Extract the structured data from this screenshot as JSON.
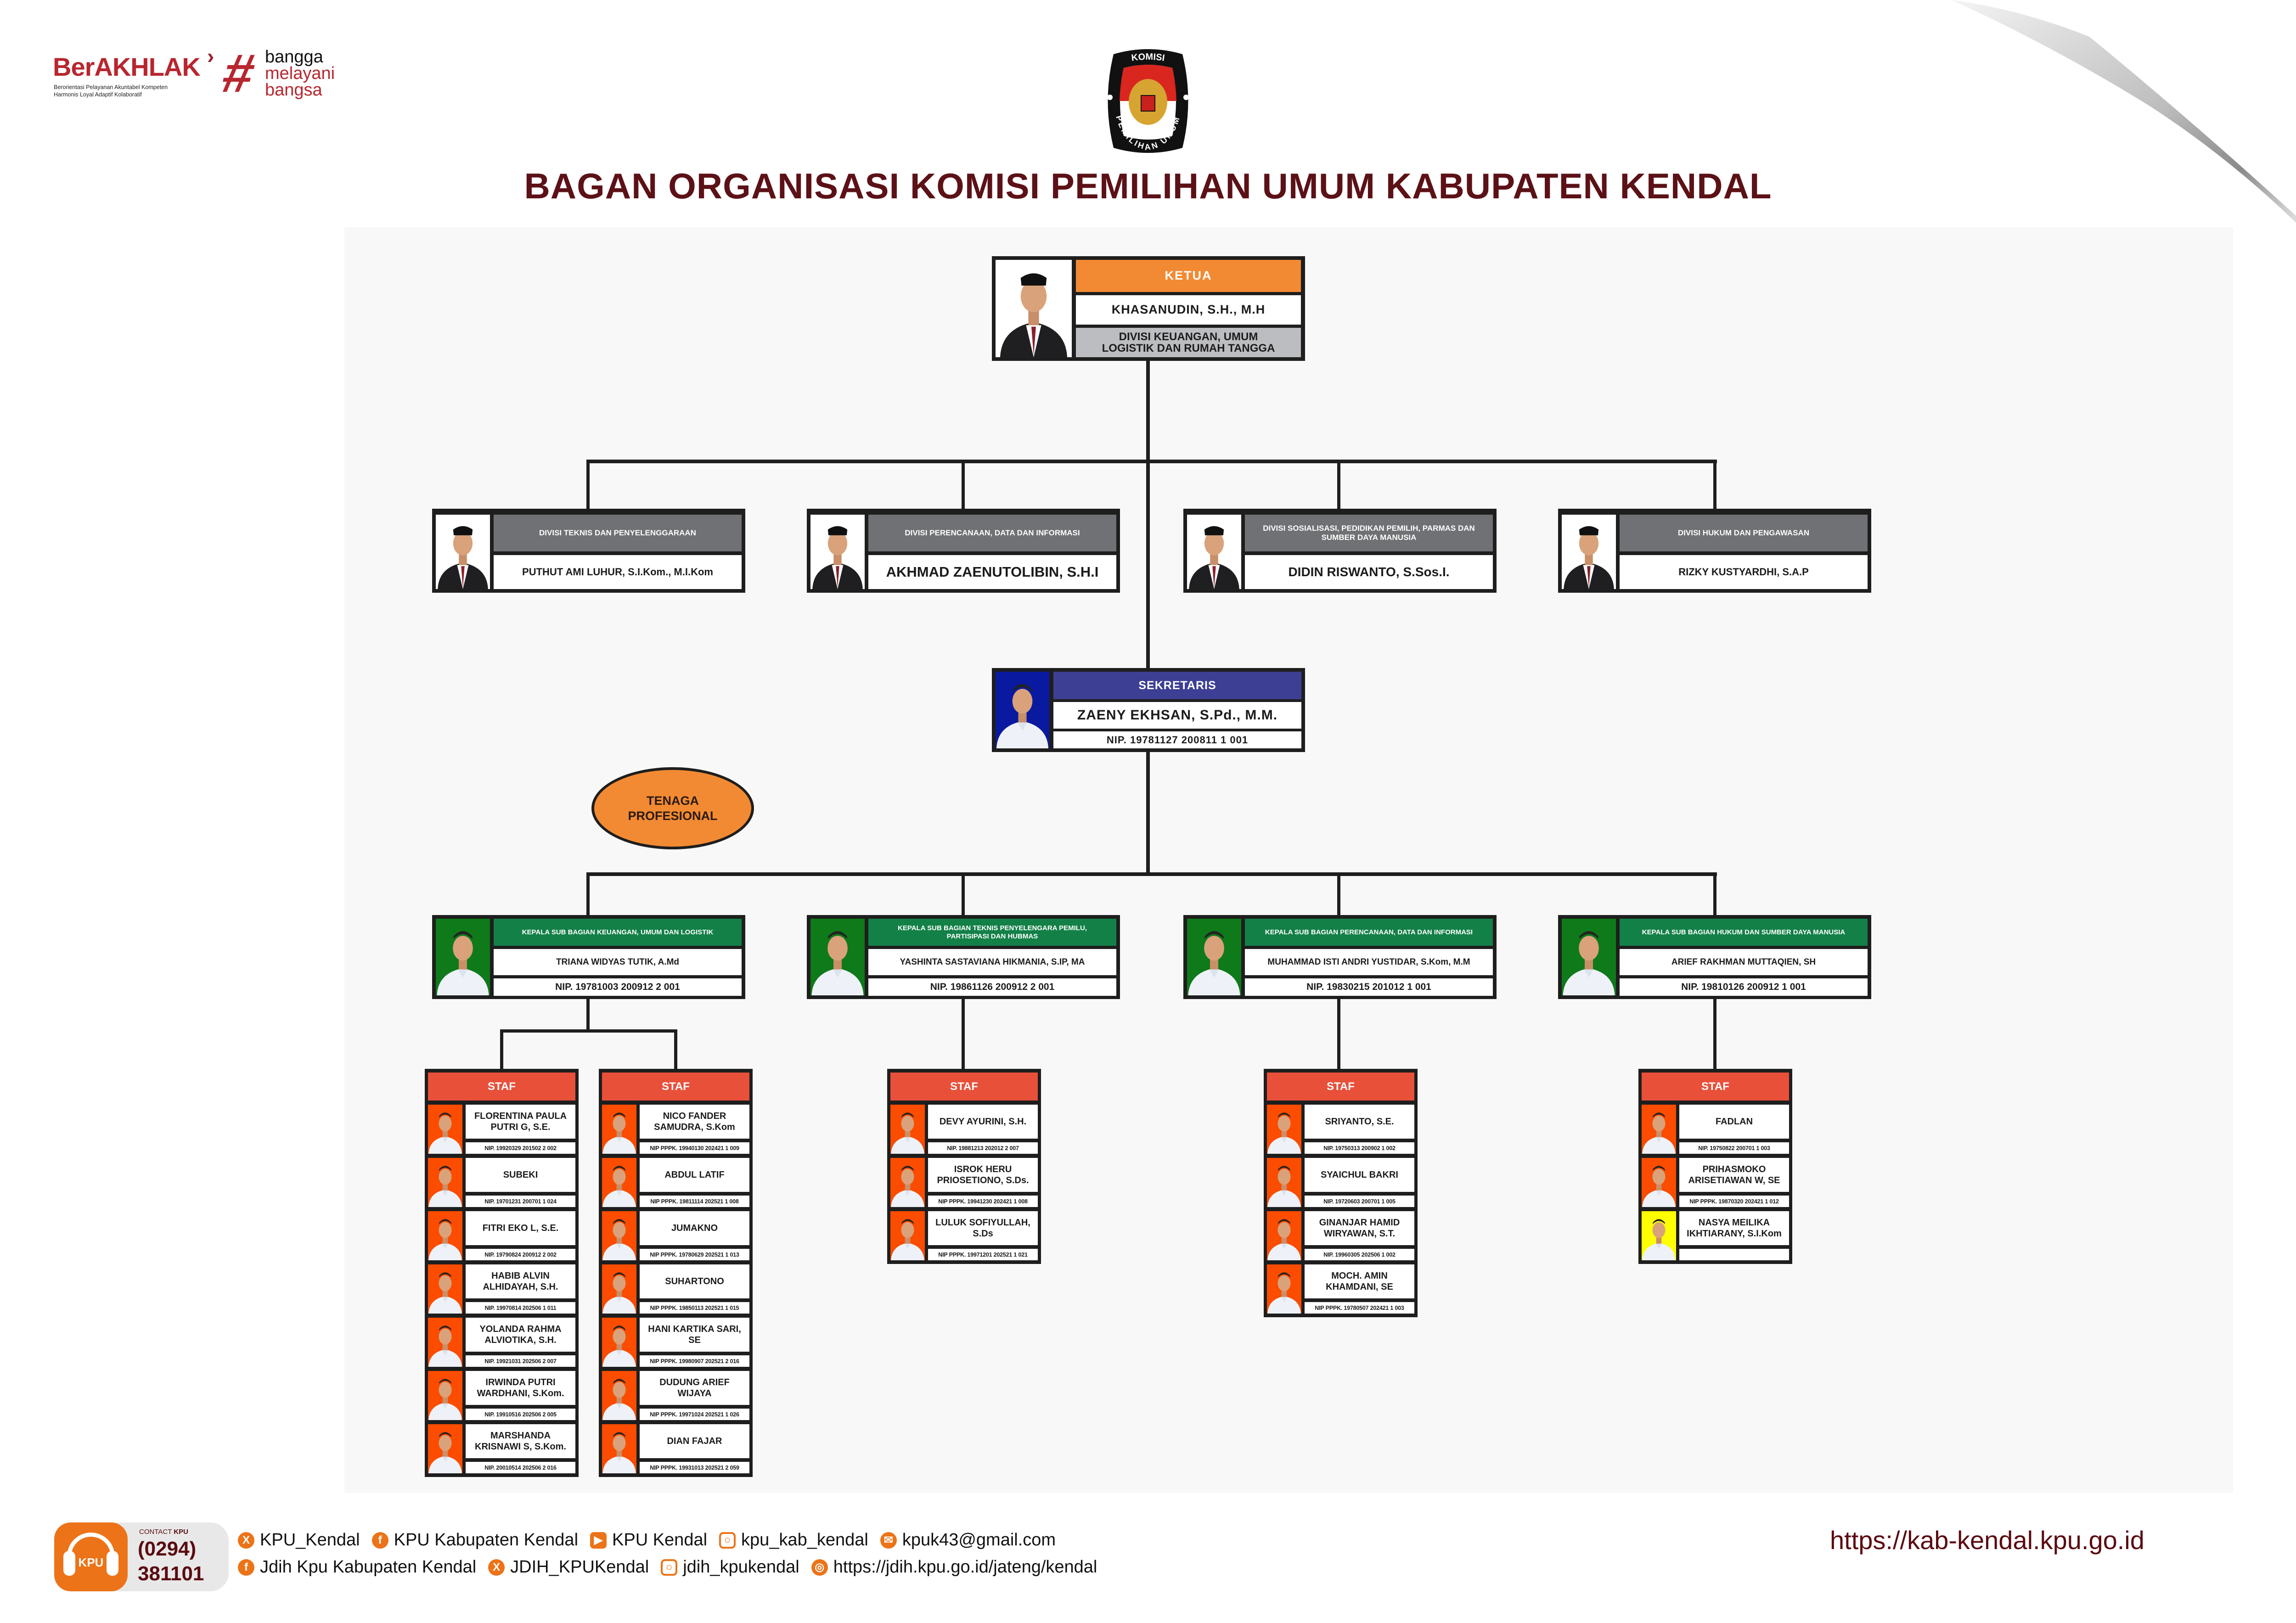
{
  "header": {
    "berakhlak": {
      "word": "BerAKHLAK",
      "tagline_1": "Berorientasi Pelayanan Akuntabel Kompeten",
      "tagline_2": "Harmonis Loyal Adaptif Kolaboratif",
      "hashtag_1": "bangga",
      "hashtag_2": "melayani",
      "hashtag_3": "bangsa"
    },
    "kpu_logo": {
      "top": "KOMISI",
      "bottom": "PEMILIHAN UMUM"
    },
    "title": "BAGAN ORGANISASI KOMISI PEMILIHAN UMUM KABUPATEN KENDAL"
  },
  "colors": {
    "ketua": "#f28a33",
    "sekretaris": "#3d3f94",
    "divisi": "#707174",
    "subbagian": "#138048",
    "staf": "#e8503a",
    "title": "#5c1117"
  },
  "ketua": {
    "title": "KETUA",
    "name": "KHASANUDIN, S.H., M.H",
    "division_1": "DIVISI KEUANGAN, UMUM",
    "division_2": "LOGISTIK DAN RUMAH TANGGA"
  },
  "divisions": [
    {
      "title": "DIVISI TEKNIS DAN PENYELENGGARAAN",
      "name": "PUTHUT AMI LUHUR, S.I.Kom., M.I.Kom"
    },
    {
      "title": "DIVISI PERENCANAAN, DATA DAN INFORMASI",
      "name": "AKHMAD ZAENUTOLIBIN, S.H.I"
    },
    {
      "title": "DIVISI SOSIALISASI, PEDIDIKAN PEMILIH, PARMAS DAN SUMBER DAYA MANUSIA",
      "name": "DIDIN RISWANTO, S.Sos.I."
    },
    {
      "title": "DIVISI HUKUM DAN PENGAWASAN",
      "name": "RIZKY KUSTYARDHI, S.A.P"
    }
  ],
  "sekretaris": {
    "title": "SEKRETARIS",
    "name": "ZAENY EKHSAN, S.Pd., M.M.",
    "nip": "NIP. 19781127 200811 1 001"
  },
  "tenaga_profesional": "TENAGA PROFESIONAL",
  "staff_label": "STAF",
  "subbagian": [
    {
      "title": "KEPALA SUB BAGIAN KEUANGAN, UMUM DAN LOGISTIK",
      "name": "TRIANA WIDYAS TUTIK, A.Md",
      "nip": "NIP. 19781003 200912 2 001",
      "staff_groups": [
        [
          {
            "name": "FLORENTINA PAULA PUTRI G, S.E.",
            "nip": "NIP. 19920329 201502 2 002"
          },
          {
            "name": "SUBEKI",
            "nip": "NIP. 19701231 200701 1 024"
          },
          {
            "name": "FITRI EKO L, S.E.",
            "nip": "NIP. 19790824 200912 2 002"
          },
          {
            "name": "HABIB ALVIN ALHIDAYAH, S.H.",
            "nip": "NIP. 19970814 202506 1 011"
          },
          {
            "name": "YOLANDA RAHMA ALVIOTIKA, S.H.",
            "nip": "NIP. 19921031 202506 2 007"
          },
          {
            "name": "IRWINDA PUTRI WARDHANI, S.Kom.",
            "nip": "NIP. 19910516 202506 2 005"
          },
          {
            "name": "MARSHANDA KRISNAWI S, S.Kom.",
            "nip": "NIP. 20010514 202506 2 016"
          }
        ],
        [
          {
            "name": "NICO FANDER SAMUDRA, S.Kom",
            "nip": "NIP PPPK. 19940130 202421 1 009"
          },
          {
            "name": "ABDUL LATIF",
            "nip": "NIP PPPK. 19811114 202521 1 008"
          },
          {
            "name": "JUMAKNO",
            "nip": "NIP PPPK. 19780629 202521 1 013"
          },
          {
            "name": "SUHARTONO",
            "nip": "NIP PPPK. 19850113 202521 1 015"
          },
          {
            "name": "HANI KARTIKA SARI, SE",
            "nip": "NIP PPPK. 19980907 202521 2 016"
          },
          {
            "name": "DUDUNG ARIEF WIJAYA",
            "nip": "NIP PPPK. 19971024 202521 1 026"
          },
          {
            "name": "DIAN FAJAR",
            "nip": "NIP PPPK. 19931013 202521 2 059"
          }
        ]
      ]
    },
    {
      "title": "KEPALA SUB BAGIAN TEKNIS PENYELENGARA PEMILU, PARTISIPASI DAN HUBMAS",
      "name": "YASHINTA SASTAVIANA HIKMANIA, S.IP, MA",
      "nip": "NIP. 19861126 200912 2 001",
      "staff_groups": [
        [
          {
            "name": "DEVY AYURINI, S.H.",
            "nip": "NIP. 19881213 202012 2 007"
          },
          {
            "name": "ISROK HERU PRIOSETIONO, S.Ds.",
            "nip": "NIP PPPK. 19941230 202421 1 008"
          },
          {
            "name": "LULUK SOFIYULLAH, S.Ds",
            "nip": "NIP PPPK. 19971201 202521 1 021"
          }
        ]
      ]
    },
    {
      "title": "KEPALA SUB BAGIAN PERENCANAAN, DATA DAN INFORMASI",
      "name": "MUHAMMAD ISTI ANDRI YUSTIDAR, S.Kom, M.M",
      "nip": "NIP. 19830215 201012 1 001",
      "staff_groups": [
        [
          {
            "name": "SRIYANTO, S.E.",
            "nip": "NIP. 19750313 200902 1 002"
          },
          {
            "name": "SYAICHUL BAKRI",
            "nip": "NIP. 19720603 200701 1 005"
          },
          {
            "name": "GINANJAR HAMID WIRYAWAN, S.T.",
            "nip": "NIP. 19960305 202506 1 002"
          },
          {
            "name": "MOCH. AMIN KHAMDANI, SE",
            "nip": "NIP PPPK. 19780507 202421 1 003"
          }
        ]
      ]
    },
    {
      "title": "KEPALA SUB BAGIAN HUKUM DAN SUMBER DAYA MANUSIA",
      "name": "ARIEF RAKHMAN MUTTAQIEN, SH",
      "nip": "NIP. 19810126 200912 1 001",
      "staff_groups": [
        [
          {
            "name": "FADLAN",
            "nip": "NIP. 19750822 200701 1 003"
          },
          {
            "name": "PRIHASMOKO ARISETIAWAN W, SE",
            "nip": "NIP PPPK. 19870320 202421 1 012"
          },
          {
            "name": "NASYA MEILIKA IKHTIARANY, S.I.Kom",
            "nip": "",
            "photo_bg": "#ffff00"
          }
        ]
      ]
    }
  ],
  "footer": {
    "contact_label": "CONTACT",
    "contact_brand": "KPU",
    "phone_area": "(0294)",
    "phone_number": "381101",
    "headset_label": "KPU",
    "links_row1": [
      {
        "icon": "x-icon",
        "text": "KPU_Kendal"
      },
      {
        "icon": "facebook-icon",
        "text": "KPU Kabupaten Kendal"
      },
      {
        "icon": "youtube-icon",
        "text": "KPU Kendal"
      },
      {
        "icon": "instagram-icon",
        "text": "kpu_kab_kendal"
      },
      {
        "icon": "email-icon",
        "text": "kpuk43@gmail.com"
      }
    ],
    "links_row2": [
      {
        "icon": "facebook-icon",
        "text": "Jdih Kpu Kabupaten Kendal"
      },
      {
        "icon": "x-icon",
        "text": "JDIH_KPUKendal"
      },
      {
        "icon": "instagram-icon",
        "text": "jdih_kpukendal"
      },
      {
        "icon": "globe-icon",
        "text": "https://jdih.kpu.go.id/jateng/kendal"
      }
    ],
    "website": "https://kab-kendal.kpu.go.id"
  }
}
